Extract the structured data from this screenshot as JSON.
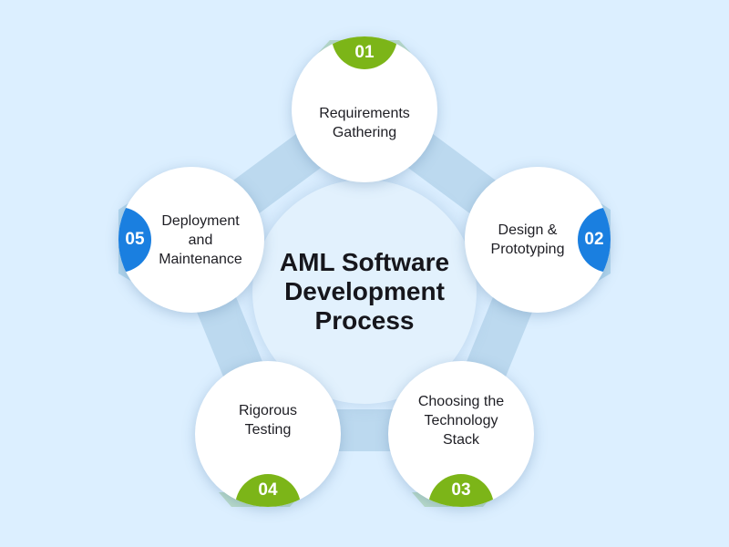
{
  "title": "AML Software Development Process",
  "steps": [
    {
      "number": "01",
      "label": "Requirements Gathering"
    },
    {
      "number": "02",
      "label": "Design & Prototyping"
    },
    {
      "number": "03",
      "label": "Choosing the Technology Stack"
    },
    {
      "number": "04",
      "label": "Rigorous Testing"
    },
    {
      "number": "05",
      "label": "Deployment and Maintenance"
    }
  ],
  "colors": {
    "background": "#dcefff",
    "ring": "#bcd9ef",
    "green": "#7cb518",
    "blue": "#1a7fe0",
    "node": "#ffffff"
  }
}
